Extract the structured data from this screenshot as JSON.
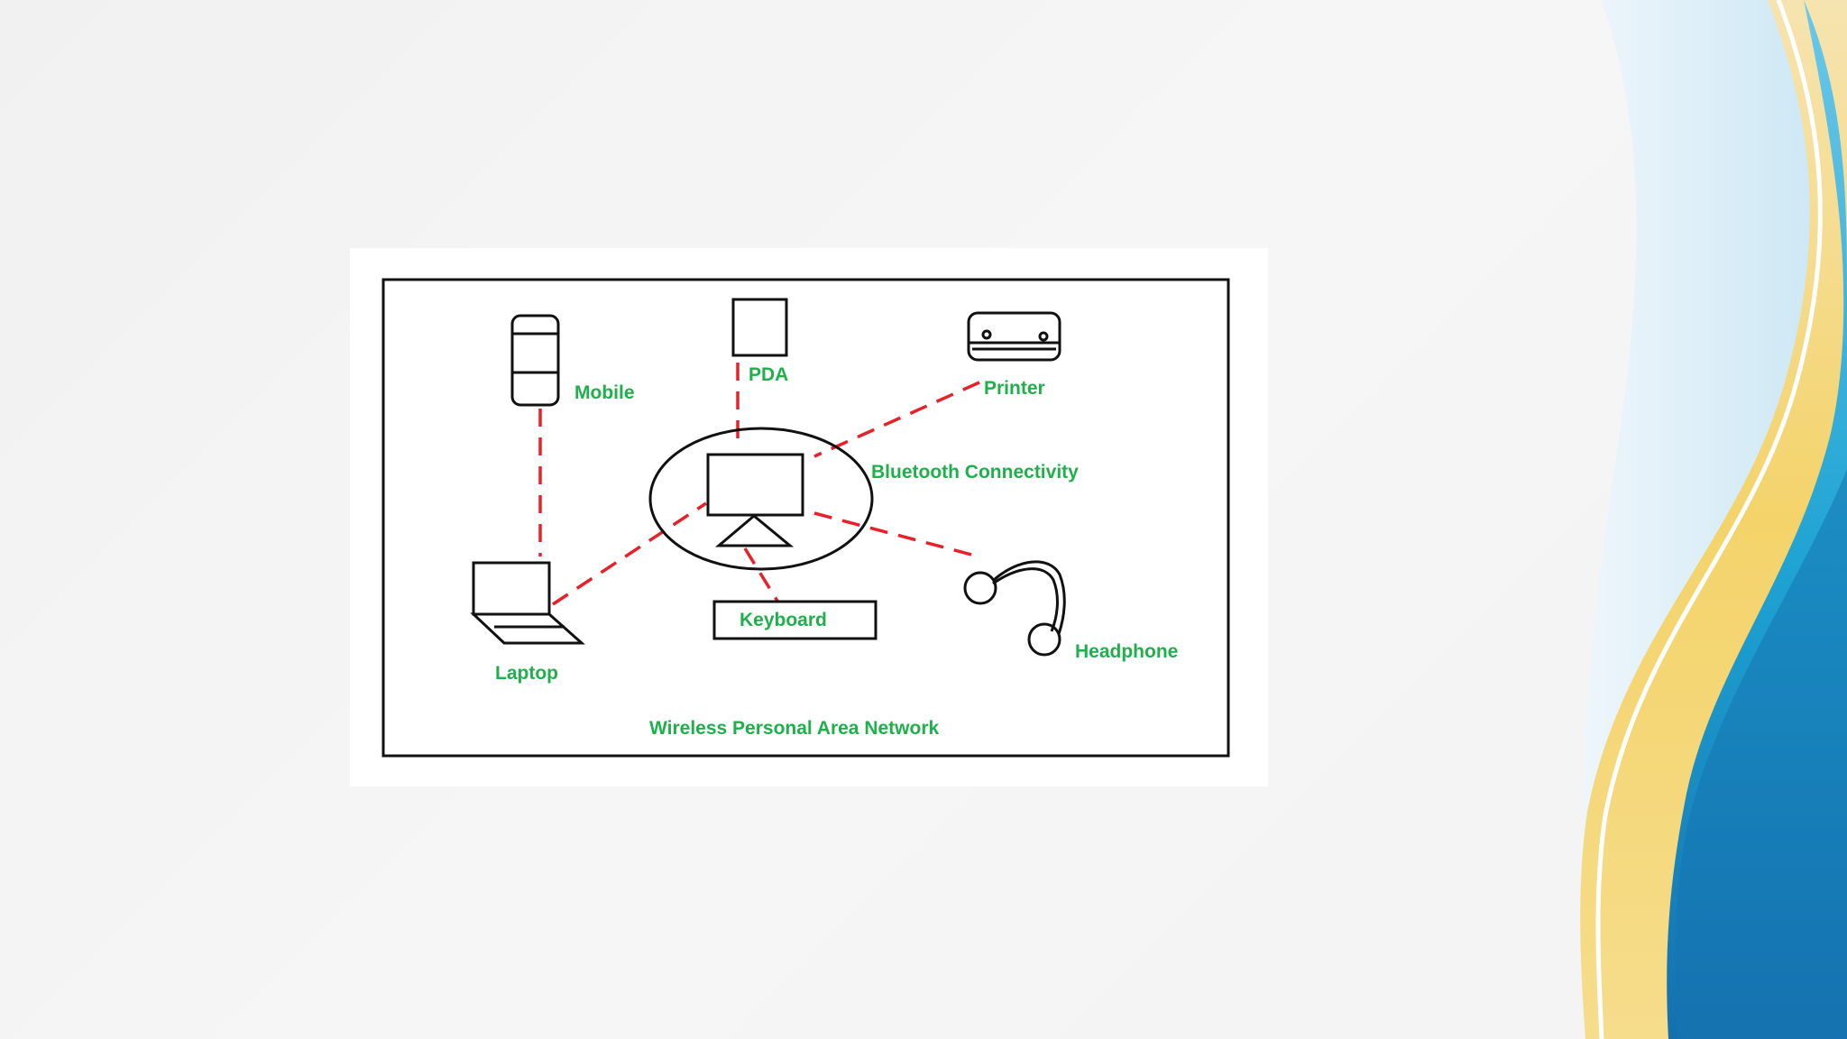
{
  "colors": {
    "label": "#1fb04b",
    "link": "#e8202a",
    "stroke": "#111111",
    "wave_yellow": "#f5d36b",
    "wave_blue": "#1e9fd0",
    "wave_deep_blue": "#1478b5",
    "wave_light_blue": "#bfe3f3"
  },
  "diagram": {
    "devices": {
      "mobile": "Mobile",
      "pda": "PDA",
      "printer": "Printer",
      "hub": "Bluetooth Connectivity",
      "laptop": "Laptop",
      "keyboard": "Keyboard",
      "headphone": "Headphone"
    },
    "caption": "Wireless Personal Area Network"
  }
}
